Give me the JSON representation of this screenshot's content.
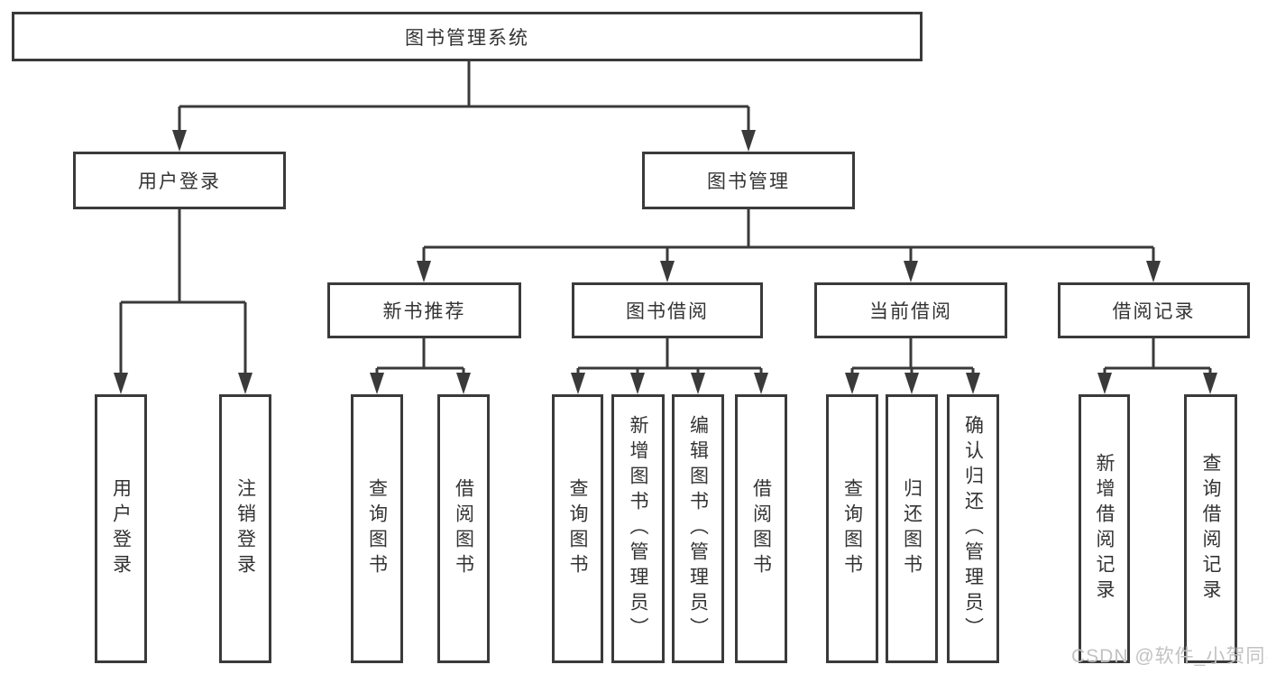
{
  "tree": {
    "label": "图书管理系统",
    "children": [
      {
        "label": "用户登录",
        "children": [
          {
            "label": "用户登录"
          },
          {
            "label": "注销登录"
          }
        ]
      },
      {
        "label": "图书管理",
        "children": [
          {
            "label": "新书推荐",
            "children": [
              {
                "label": "查询图书"
              },
              {
                "label": "借阅图书"
              }
            ]
          },
          {
            "label": "图书借阅",
            "children": [
              {
                "label": "查询图书"
              },
              {
                "label": "新增图书（管理员）"
              },
              {
                "label": "编辑图书（管理员）"
              },
              {
                "label": "借阅图书"
              }
            ]
          },
          {
            "label": "当前借阅",
            "children": [
              {
                "label": "查询图书"
              },
              {
                "label": "归还图书"
              },
              {
                "label": "确认归还（管理员）"
              }
            ]
          },
          {
            "label": "借阅记录",
            "children": [
              {
                "label": "新增借阅记录"
              },
              {
                "label": "查询借阅记录"
              }
            ]
          }
        ]
      }
    ]
  },
  "watermark": "CSDN @软件_小贺同学",
  "colors": {
    "line": "#3a3a3a",
    "text": "#333333",
    "watermark": "#c2c2c2",
    "background": "#ffffff"
  }
}
